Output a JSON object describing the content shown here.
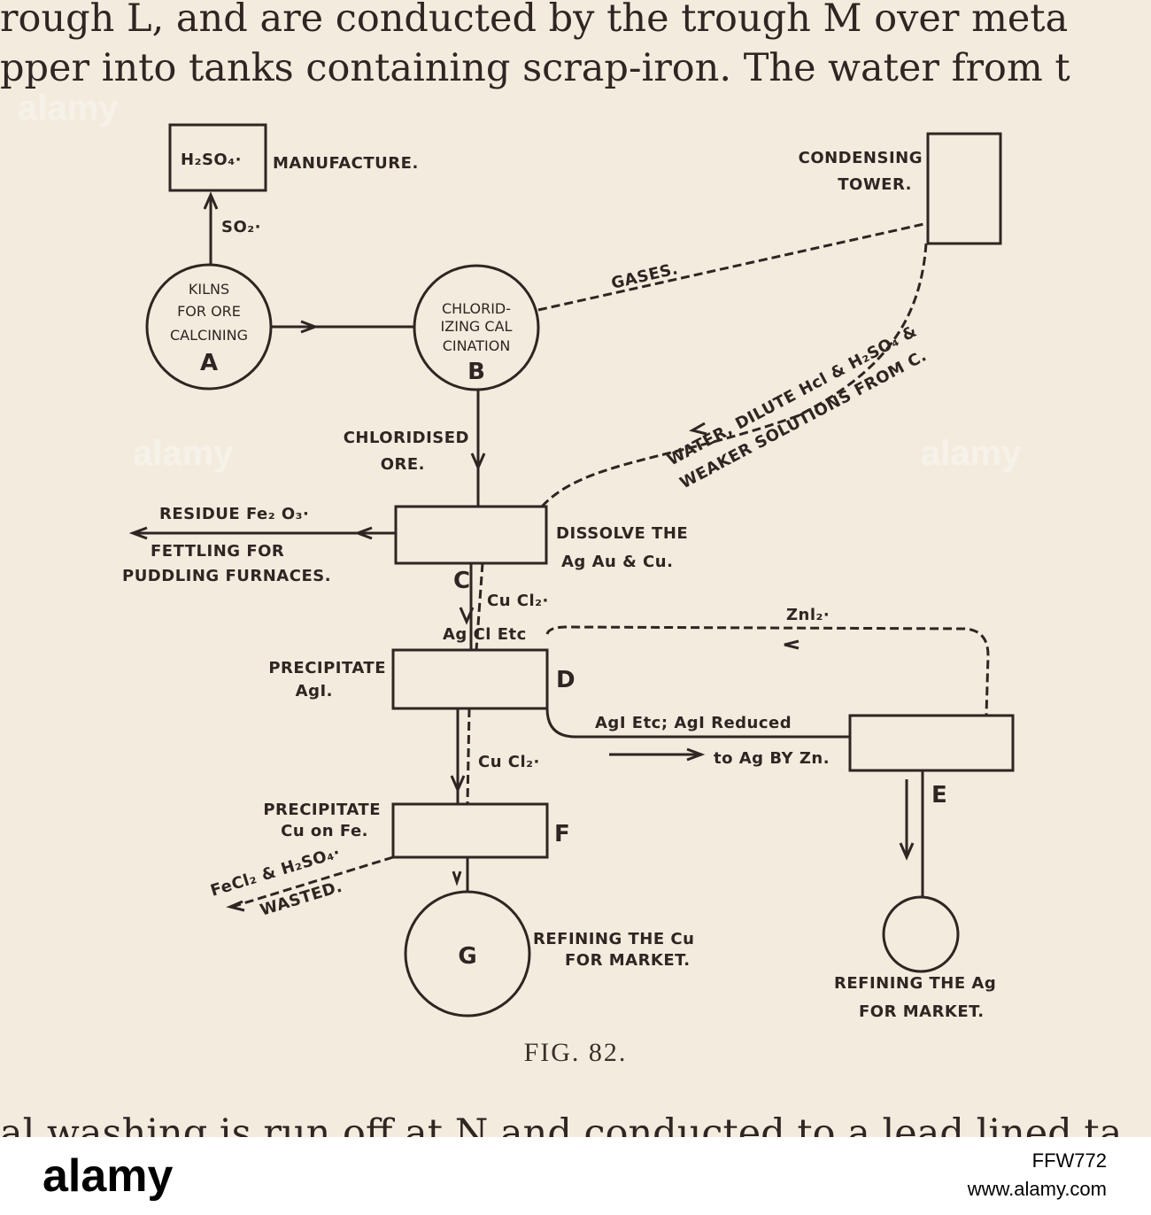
{
  "book": {
    "line1": "rough L, and are conducted by the trough M over meta",
    "line2": "pper into tanks containing scrap-iron.  The water from t",
    "line3": "al washing is run off at N and conducted to a lead lined ta"
  },
  "diagram": {
    "h2so4_box": "H₂SO₄·",
    "manufacture": "MANUFACTURE.",
    "so2": "SO₂·",
    "kilns": [
      "KILNS",
      "FOR ORE",
      "CALCINING"
    ],
    "kilns_letter": "A",
    "chloridizing": [
      "CHLORID-",
      "IZING CAL",
      "CINATION"
    ],
    "chloridizing_letter": "B",
    "condensing": [
      "CONDENSING",
      "TOWER."
    ],
    "gases": "GASES.",
    "water_return": [
      "WATER, DILUTE Hcl & H₂SO₄ &",
      "WEAKER SOLUTIONS FROM C."
    ],
    "chloridised": [
      "CHLORIDISED",
      "ORE."
    ],
    "residue": [
      "RESIDUE Fe₂ O₃·",
      "FETTLING FOR",
      "PUDDLING FURNACES."
    ],
    "dissolve": [
      "DISSOLVE THE",
      "Ag Au & Cu."
    ],
    "c_letter": "C",
    "cucl2_a": "Cu Cl₂·",
    "agcl": "Ag Cl Etc",
    "zni2": "Znl₂·",
    "precip_agi": [
      "PRECIPITATE",
      "AgI."
    ],
    "d_letter": "D",
    "agi_etc": "AgI Etc;  AgI Reduced",
    "to_ag": "to Ag BY Zn.",
    "cucl2_b": "Cu Cl₂·",
    "e_letter": "E",
    "precip_cu": [
      "PRECIPITATE",
      "Cu on Fe."
    ],
    "f_letter": "F",
    "fecl2": "FeCl₂ & H₂SO₄·",
    "wasted": "WASTED.",
    "g_letter": "G",
    "refining_cu": [
      "REFINING THE Cu",
      "FOR MARKET."
    ],
    "refining_ag": [
      "REFINING THE Ag",
      "FOR MARKET."
    ]
  },
  "caption": "FIG. 82.",
  "footer": {
    "logo": "alamy",
    "image_id": "FFW772",
    "site": "www.alamy.com"
  }
}
